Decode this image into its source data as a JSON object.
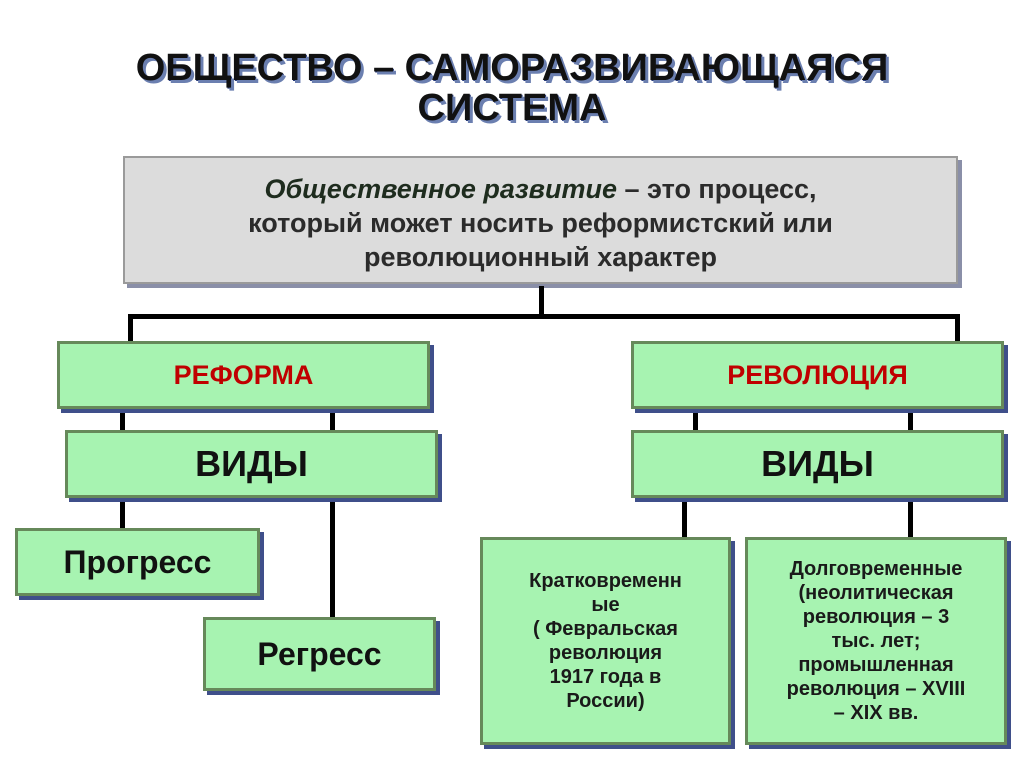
{
  "title": {
    "line1": "ОБЩЕСТВО – САМОРАЗВИВАЮЩАЯСЯ",
    "line2": "СИСТЕМА"
  },
  "definition": {
    "term": "Общественное развитие",
    "text_line1": " – это процесс,",
    "text_line2": "который может носить реформистский или",
    "text_line3": "революционный характер"
  },
  "reform": {
    "label": "РЕФОРМА",
    "types_label": "ВИДЫ",
    "types": [
      "Прогресс",
      "Регресс"
    ]
  },
  "revolution": {
    "label": "РЕВОЛЮЦИЯ",
    "types_label": "ВИДЫ",
    "short": [
      "Кратковременн",
      "ые",
      "( Февральская",
      "революция",
      "1917 года в",
      "России)"
    ],
    "long": [
      "Долговременные",
      "(неолитическая",
      "революция – 3",
      "тыс. лет;",
      "промышленная",
      "революция – XVIII",
      "– XIX вв."
    ]
  },
  "colors": {
    "box_green": "#a7f3b1",
    "box_border": "#66895a",
    "shadow": "#3f4f8a",
    "accent_red": "#c00000",
    "gray_box": "#dcdcdc"
  }
}
